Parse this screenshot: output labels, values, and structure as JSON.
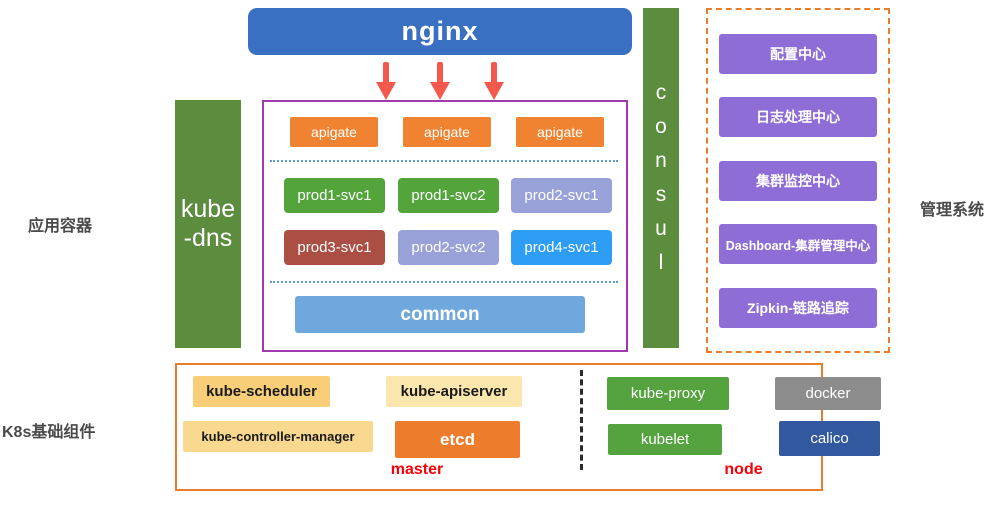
{
  "colors": {
    "nginx_blue": "#3a70c2",
    "green_bar": "#5c8c3d",
    "apigate_orange": "#f08331",
    "service_green": "#52a43b",
    "service_lavender": "#98a1d8",
    "service_dark_red": "#ab4e44",
    "service_blue": "#2d9df5",
    "common_blue": "#6fa8dc",
    "management_purple": "#8e6ed6",
    "purple_border": "#a03aae",
    "orange_border": "#e87e2b",
    "light_orange": "#f8cf78",
    "light_yellow": "#fbe6ad",
    "etcd_orange": "#ed7d2d",
    "docker_gray": "#8c8c8c",
    "calico_blue": "#32599f",
    "red_text": "#fb0007",
    "arrow_red": "#f4584d"
  },
  "labels": {
    "app_container": "应用容器",
    "k8s_components": "K8s基础组件",
    "management_system": "管理系统"
  },
  "top": {
    "nginx_label": "nginx"
  },
  "left": {
    "kube_dns_label": "kube\n-dns"
  },
  "consul_label": "consul",
  "services_panel": {
    "apigates": [
      "apigate",
      "apigate",
      "apigate"
    ],
    "row1": [
      "prod1-svc1",
      "prod1-svc2",
      "prod2-svc1"
    ],
    "row2": [
      "prod3-svc1",
      "prod2-svc2",
      "prod4-svc1"
    ],
    "common_label": "common"
  },
  "management": {
    "items": [
      "配置中心",
      "日志处理中心",
      "集群监控中心",
      "Dashboard-集群管理中心",
      "Zipkin-链路追踪"
    ]
  },
  "k8s": {
    "master": {
      "scheduler": "kube-scheduler",
      "apiserver": "kube-apiserver",
      "controller": "kube-controller-manager",
      "etcd": "etcd",
      "label": "master"
    },
    "node": {
      "proxy": "kube-proxy",
      "docker": "docker",
      "kubelet": "kubelet",
      "calico": "calico",
      "label": "node"
    }
  }
}
